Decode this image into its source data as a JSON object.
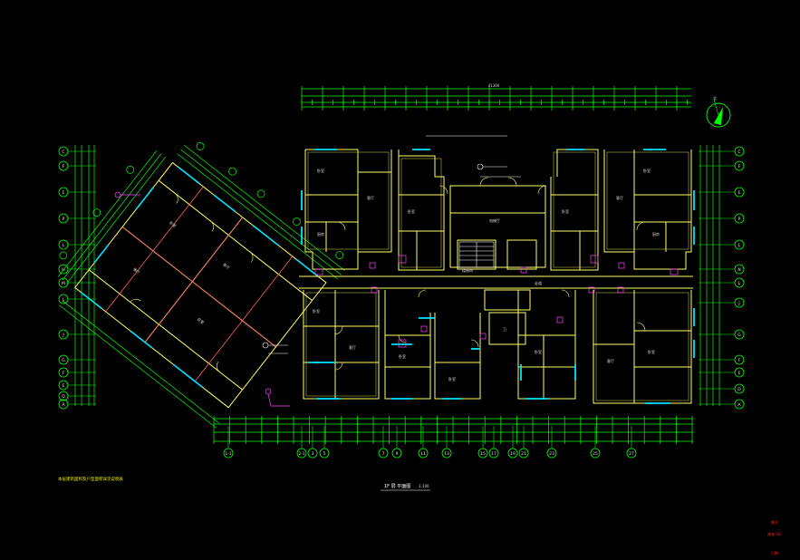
{
  "drawing": {
    "title": "1F 层 平面图",
    "scale": "1:100",
    "note": "本层建筑面积及户型面积详见说明表",
    "overall_dim": "41300",
    "north_label": "北",
    "stair_label": "楼梯间",
    "lobby_label": "电梯厅",
    "corridor_label": "走道"
  },
  "colors": {
    "background": "#000000",
    "dimension": "#00ff00",
    "wall": "#ffff66",
    "window": "#00e5ff",
    "fixture": "#ff40ff",
    "text": "#ffffff",
    "stamp": "#ff2020"
  },
  "axes": {
    "left": [
      "C",
      "F",
      "E",
      "P",
      "L",
      "H",
      "M",
      "L",
      "J",
      "G",
      "F",
      "E",
      "D",
      "A"
    ],
    "right": [
      "C",
      "F",
      "E",
      "P",
      "L",
      "N",
      "L",
      "J",
      "G",
      "F",
      "E",
      "D",
      "A"
    ],
    "bottom": [
      "1-1",
      "2-1",
      "3",
      "5",
      "7",
      "9",
      "11",
      "13",
      "15",
      "17",
      "19",
      "21",
      "23",
      "25",
      "27"
    ]
  },
  "stamp": {
    "line1": "图号",
    "line2": "建施-03",
    "line3": "日期"
  }
}
